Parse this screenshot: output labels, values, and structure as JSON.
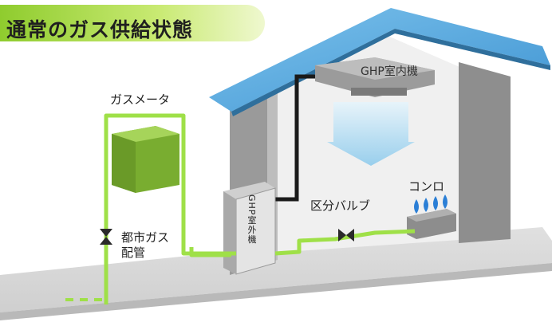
{
  "title": "通常のガス供給状態",
  "labels": {
    "gas_meter": "ガスメータ",
    "city_gas_line1": "都市ガス",
    "city_gas_line2": "配管",
    "section_valve": "区分バルブ",
    "stove": "コンロ",
    "ghp_indoor": "GHP室内機",
    "ghp_outdoor": "GHP室外機"
  },
  "colors": {
    "title_bar": "#8fcc2e",
    "gas_pipe": "#8ed63a",
    "meter_box": "#7fb033",
    "roof": "#4a9ed6",
    "wall": "#e4e4e4",
    "airflow": "#9fd3ef",
    "flame": "#2b7fd6"
  }
}
